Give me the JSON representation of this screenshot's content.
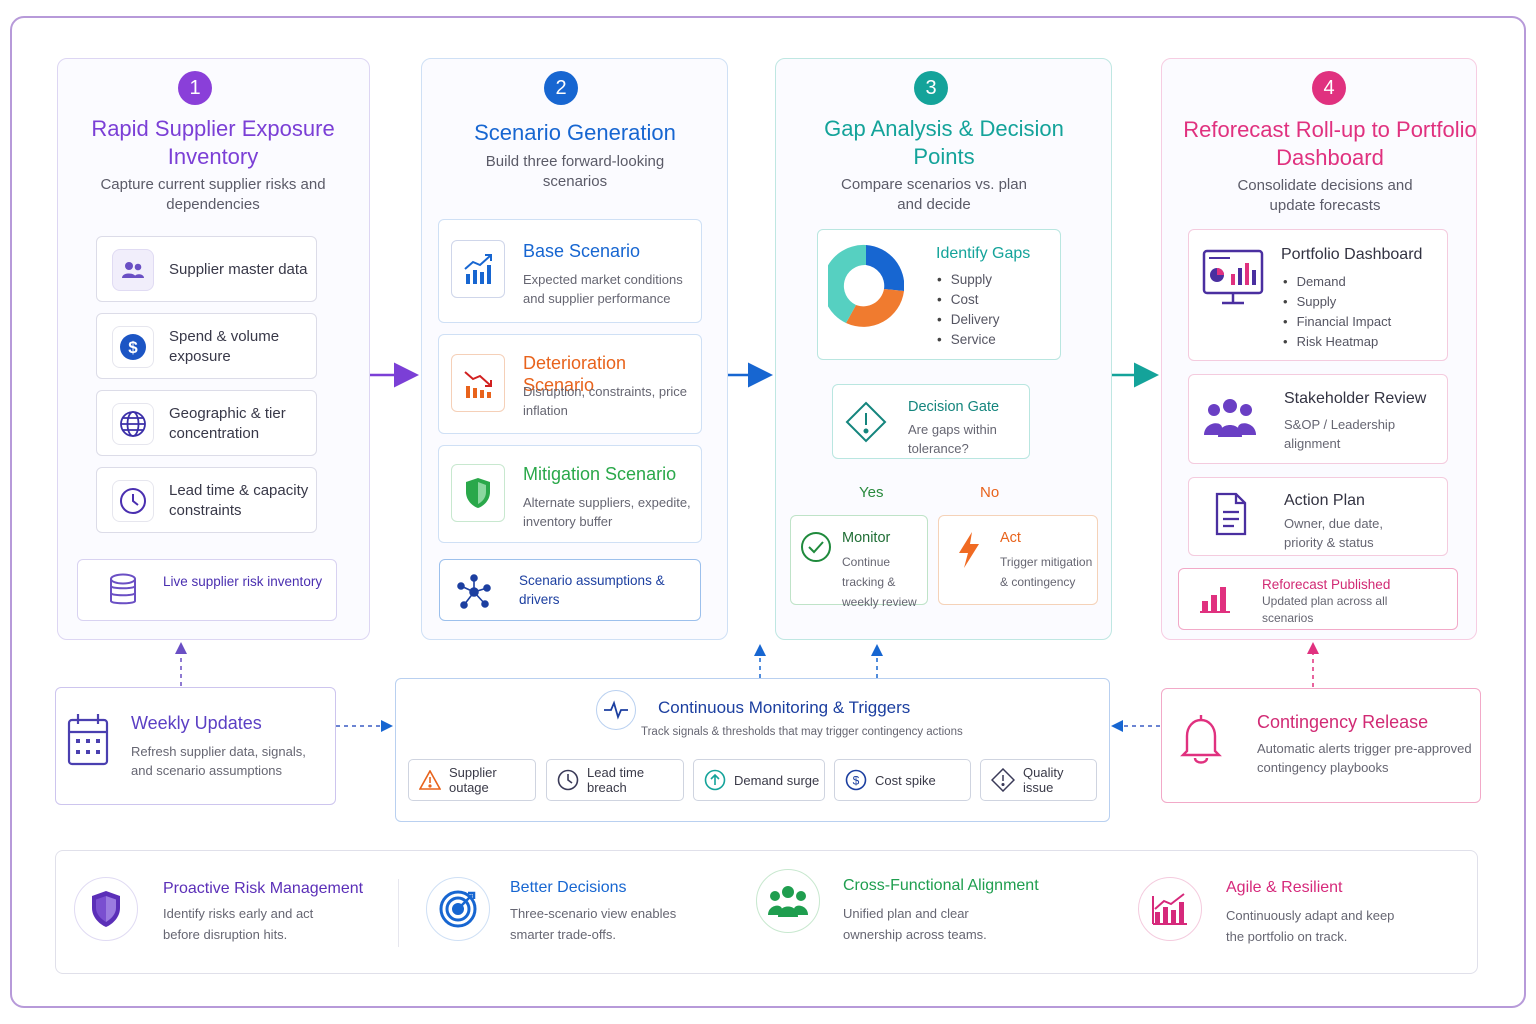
{
  "columns": [
    {
      "number": "1",
      "title": "Rapid Supplier Exposure Inventory",
      "subtitle": "Capture current supplier risks and dependencies",
      "color": "#7b3fd6"
    },
    {
      "number": "2",
      "title": "Scenario Generation",
      "subtitle": "Build three forward-looking scenarios",
      "color": "#1766d1"
    },
    {
      "number": "3",
      "title": "Gap Analysis & Decision Points",
      "subtitle": "Compare scenarios vs. plan and decide",
      "color": "#14a39a"
    },
    {
      "number": "4",
      "title": "Reforecast Roll-up to Portfolio Dashboard",
      "subtitle": "Consolidate decisions and update forecasts",
      "color": "#e0317f"
    }
  ],
  "col1": {
    "items": [
      {
        "label": "Supplier master data",
        "icon": "people-icon"
      },
      {
        "label": "Spend & volume exposure",
        "icon": "dollar-icon"
      },
      {
        "label": "Geographic & tier concentration",
        "icon": "globe-icon"
      },
      {
        "label": "Lead time & capacity constraints",
        "icon": "clock-icon"
      }
    ],
    "output": "Live supplier risk inventory"
  },
  "col2": {
    "scenarios": [
      {
        "title": "Base Scenario",
        "desc": "Expected market conditions and supplier performance",
        "color": "#1766d1",
        "icon": "growth-chart-icon"
      },
      {
        "title": "Deterioration Scenario",
        "desc": "Disruption, constraints, price inflation",
        "color": "#e8631c",
        "icon": "decline-chart-icon"
      },
      {
        "title": "Mitigation Scenario",
        "desc": "Alternate suppliers, expedite, inventory buffer",
        "color": "#2aa84a",
        "icon": "shield-check-icon"
      }
    ],
    "assumptions": "Scenario assumptions & drivers"
  },
  "col3": {
    "identify_title": "Identify Gaps",
    "gaps": [
      "Supply",
      "Cost",
      "Delivery",
      "Service"
    ],
    "donut_colors": [
      "#1766d1",
      "#f07b2f",
      "#56d0c1"
    ],
    "gate_title": "Decision Gate",
    "gate_desc": "Are gaps within tolerance?",
    "yes_label": "Yes",
    "no_label": "No",
    "monitor_title": "Monitor",
    "monitor_desc": "Continue tracking & weekly review",
    "act_title": "Act",
    "act_desc": "Trigger mitigation & contingency"
  },
  "col4": {
    "dashboard_title": "Portfolio Dashboard",
    "dashboard_items": [
      "Demand",
      "Supply",
      "Financial Impact",
      "Risk Heatmap"
    ],
    "stakeholder_title": "Stakeholder Review",
    "stakeholder_desc": "S&OP / Leadership alignment",
    "action_title": "Action Plan",
    "action_desc": "Owner, due date, priority & status",
    "published_title": "Reforecast Published",
    "published_desc": "Updated plan across all scenarios"
  },
  "weekly": {
    "title": "Weekly Updates",
    "desc": "Refresh supplier data, signals, and scenario assumptions"
  },
  "monitoring": {
    "title": "Continuous Monitoring & Triggers",
    "desc": "Track signals & thresholds that may trigger contingency actions",
    "triggers": [
      {
        "label": "Supplier outage",
        "icon": "warning-icon"
      },
      {
        "label": "Lead time breach",
        "icon": "clock-icon"
      },
      {
        "label": "Demand surge",
        "icon": "arrow-up-icon"
      },
      {
        "label": "Cost spike",
        "icon": "dollar-icon"
      },
      {
        "label": "Quality issue",
        "icon": "alert-diamond-icon"
      }
    ]
  },
  "contingency": {
    "title": "Contingency Release",
    "desc": "Automatic alerts trigger pre-approved contingency playbooks"
  },
  "benefits": [
    {
      "title": "Proactive Risk Management",
      "desc": "Identify risks early and act before disruption hits.",
      "color": "#5b2fb8"
    },
    {
      "title": "Better Decisions",
      "desc": "Three-scenario view enables smarter trade-offs.",
      "color": "#1766d1"
    },
    {
      "title": "Cross-Functional Alignment",
      "desc": "Unified plan and clear ownership across teams.",
      "color": "#1f9e4f"
    },
    {
      "title": "Agile & Resilient",
      "desc": "Continuously adapt and keep the portfolio on track.",
      "color": "#d6297b"
    }
  ]
}
